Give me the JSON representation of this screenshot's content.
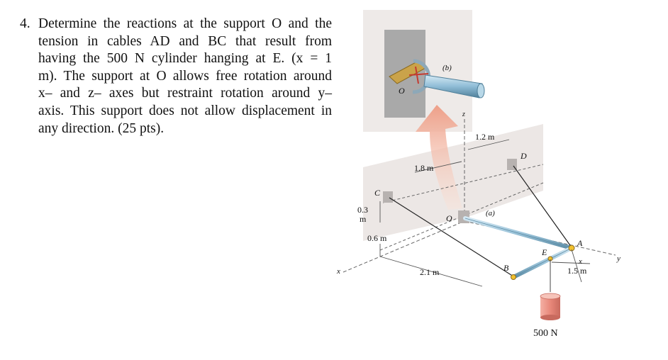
{
  "problem": {
    "number": "4.",
    "lines": [
      "Determine the reactions at the support O and the",
      "tension in cables AD and BC that result from",
      "having the 500 N cylinder hanging at E. (x = 1",
      "m). The support at O allows free rotation around",
      "x– and z– axes but restraint rotation around y–",
      "axis. This support does not allow displacement in",
      "any direction. (25 pts)."
    ]
  },
  "figure": {
    "labels": {
      "detail_b": "(b)",
      "detail_a": "(a)",
      "O_detail": "O",
      "O_main": "O",
      "z_axis": "z",
      "x_axis": "x",
      "y_axis": "y",
      "C": "C",
      "D": "D",
      "A": "A",
      "B": "B",
      "E": "E",
      "x_dim": "x"
    },
    "dimensions": {
      "dim_1_2": "1.2 m",
      "dim_1_8": "1.8 m",
      "dim_0_3_top": "0.3",
      "dim_0_3_bottom": "m",
      "dim_0_6": "0.6 m",
      "dim_2_1": "2.1 m",
      "dim_1_5": "1.5 m"
    },
    "load": "500 N",
    "colors": {
      "wall": "#ebe6e4",
      "bracket": "#a8a8a8",
      "rod": "#9cc4da",
      "arrow": "#f1b7a5",
      "cylinder": "#e8887a",
      "yellow": "#f2c12e"
    }
  }
}
